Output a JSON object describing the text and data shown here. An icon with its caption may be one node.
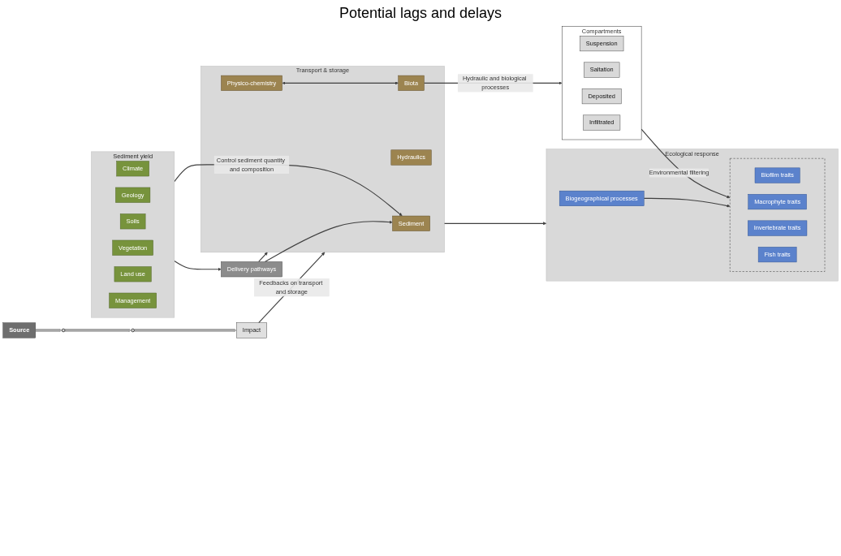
{
  "diagram": {
    "nodes": [
      {
        "text": [
          "Source"
        ]
      },
      {
        "text": [],
        "shape": "circle"
      },
      {
        "text": [],
        "shape": "circle"
      },
      {
        "text": [
          "Impact"
        ]
      },
      {
        "text": [
          "Sediment yield"
        ]
      },
      {
        "text": [
          "Climate"
        ],
        "in": 4
      },
      {
        "text": [
          "Geology"
        ],
        "in": 4
      },
      {
        "text": [
          "Soils"
        ],
        "in": 4
      },
      {
        "text": [
          "Vegetation"
        ],
        "in": 4
      },
      {
        "text": [
          "Land use"
        ],
        "in": 4
      },
      {
        "text": [
          "Management"
        ],
        "in": 4
      },
      {
        "text": [
          "Delivery pathways"
        ]
      },
      {
        "text": [
          "Transport & storage"
        ]
      },
      {
        "text": [
          "Sediment"
        ],
        "in": 12
      },
      {
        "text": [
          "Hydraulics"
        ],
        "in": 12
      },
      {
        "text": [
          "Physico-chemistry"
        ],
        "in": 12
      },
      {
        "text": [
          "Biota"
        ],
        "in": 12
      },
      {
        "text": [
          "Ecological response"
        ]
      },
      {
        "text": [
          "Biogeographical processes"
        ],
        "in": 17
      },
      {
        "text": [],
        "shape": "box",
        "in": 17
      },
      {
        "text": [
          "Biofilm traits"
        ],
        "in": 19
      },
      {
        "text": [
          "Macrophyte traits"
        ],
        "in": 19
      },
      {
        "text": [
          "Invertebrate traits"
        ],
        "in": 19
      },
      {
        "text": [
          "Fish traits"
        ],
        "in": 19
      },
      {
        "text": [
          "Compartments"
        ]
      },
      {
        "text": [
          "Suspension"
        ],
        "in": 24
      },
      {
        "text": [
          "Saltation"
        ],
        "in": 24
      },
      {
        "text": [
          "Deposited"
        ],
        "in": 24
      },
      {
        "text": [
          "Infiltrated"
        ],
        "in": 24
      }
    ],
    "edges": [
      {
        "from": 0,
        "to": 1,
        "arrow": "to",
        "style": "thick",
        "color": "#a6a6a6"
      },
      {
        "from": 1,
        "to": 2,
        "arrow": "to",
        "style": "thick",
        "color": "#a6a6a6"
      },
      {
        "from": 2,
        "to": 3,
        "arrow": "to",
        "style": "thick",
        "color": "#a6a6a6"
      },
      {
        "from": 4,
        "to": 11,
        "arrow": "to"
      },
      {
        "from": 11,
        "to": 12,
        "arrow": "to"
      },
      {
        "from": 12,
        "to": 17,
        "arrow": "to"
      },
      {
        "from": 15,
        "to": 16,
        "arrow": "both"
      },
      {
        "from": 4,
        "to": 13,
        "arrow": "to",
        "label": "Control sediment quantity and composition"
      },
      {
        "from": 11,
        "to": 13,
        "arrow": "to"
      },
      {
        "from": 3,
        "to": 12,
        "arrow": "to",
        "label": "Feedbacks on transport and storage"
      },
      {
        "from": 18,
        "to": 19,
        "arrow": "to"
      },
      {
        "from": 16,
        "to": 24,
        "arrow": "to",
        "label": "Hydraulic and biological processes"
      },
      {
        "from": 24,
        "to": 19,
        "arrow": "to",
        "label": "Environmental filtering"
      }
    ],
    "labels": [
      "Potential lags and delays"
    ]
  }
}
